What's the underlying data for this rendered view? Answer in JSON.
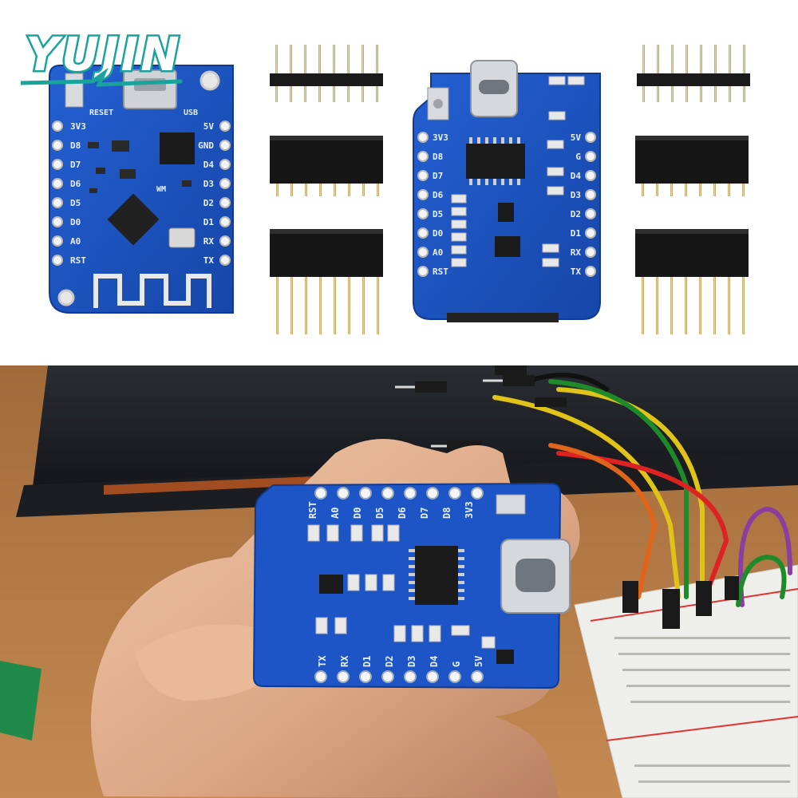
{
  "brand": {
    "logo_text": "YUJIN"
  },
  "board_back": {
    "pin_labels_left": [
      "3V3",
      "D8",
      "D7",
      "D6",
      "D5",
      "D0",
      "A0",
      "RST"
    ],
    "pin_labels_right": [
      "5V",
      "GND",
      "D4",
      "D3",
      "D2",
      "D1",
      "RX",
      "TX"
    ],
    "chip_label_1": "RESET",
    "chip_label_2": "USB",
    "chip_label_3": "WM"
  },
  "board_front": {
    "pin_labels_left": [
      "3V3",
      "D8",
      "D7",
      "D6",
      "D5",
      "D0",
      "A0",
      "RST"
    ],
    "pin_labels_right": [
      "5V",
      "G",
      "D4",
      "D3",
      "D2",
      "D1",
      "RX",
      "TX"
    ]
  },
  "board_held": {
    "pin_labels_top": [
      "RST",
      "A0",
      "D0",
      "D5",
      "D6",
      "D7",
      "D8",
      "3V3"
    ],
    "pin_labels_bottom": [
      "TX",
      "RX",
      "D1",
      "D2",
      "D3",
      "D4",
      "G",
      "5V"
    ]
  },
  "colors": {
    "pcb_blue": "#1d55c6",
    "pcb_dark": "#143f9e",
    "header_black": "#1a1a1a",
    "pin_gold": "#d9c48a",
    "logo_teal": "#1aa39a"
  },
  "icons": [
    "usb-c-connector-icon",
    "reset-button-icon",
    "chip-icon",
    "antenna-trace-icon"
  ]
}
